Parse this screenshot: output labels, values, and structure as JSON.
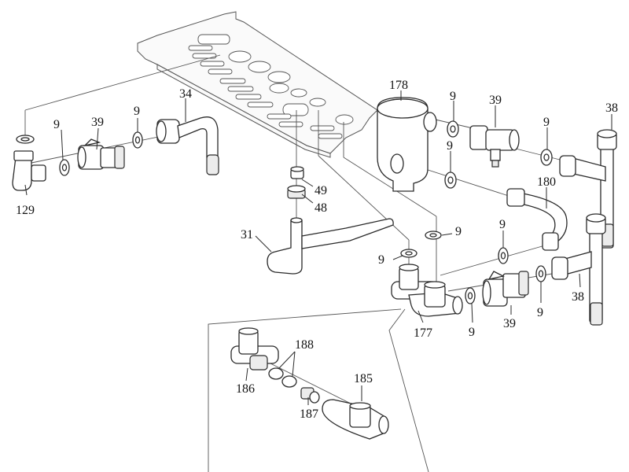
{
  "diagram": {
    "title": "Exploded parts diagram - hydraulic connection kit",
    "labels": {
      "l129": "129",
      "l9a": "9",
      "l39a": "39",
      "l9b": "9",
      "l34": "34",
      "l178": "178",
      "l9c": "9",
      "l39b": "39",
      "l9d": "9",
      "l38a": "38",
      "l9e": "9",
      "l49": "49",
      "l48": "48",
      "l180": "180",
      "l31": "31",
      "l9f": "9",
      "l9g": "9",
      "l9h": "9",
      "l38b": "38",
      "l177": "177",
      "l9i": "9",
      "l39c": "39",
      "l9j": "9",
      "l188": "188",
      "l186": "186",
      "l185": "185",
      "l187": "187"
    }
  }
}
